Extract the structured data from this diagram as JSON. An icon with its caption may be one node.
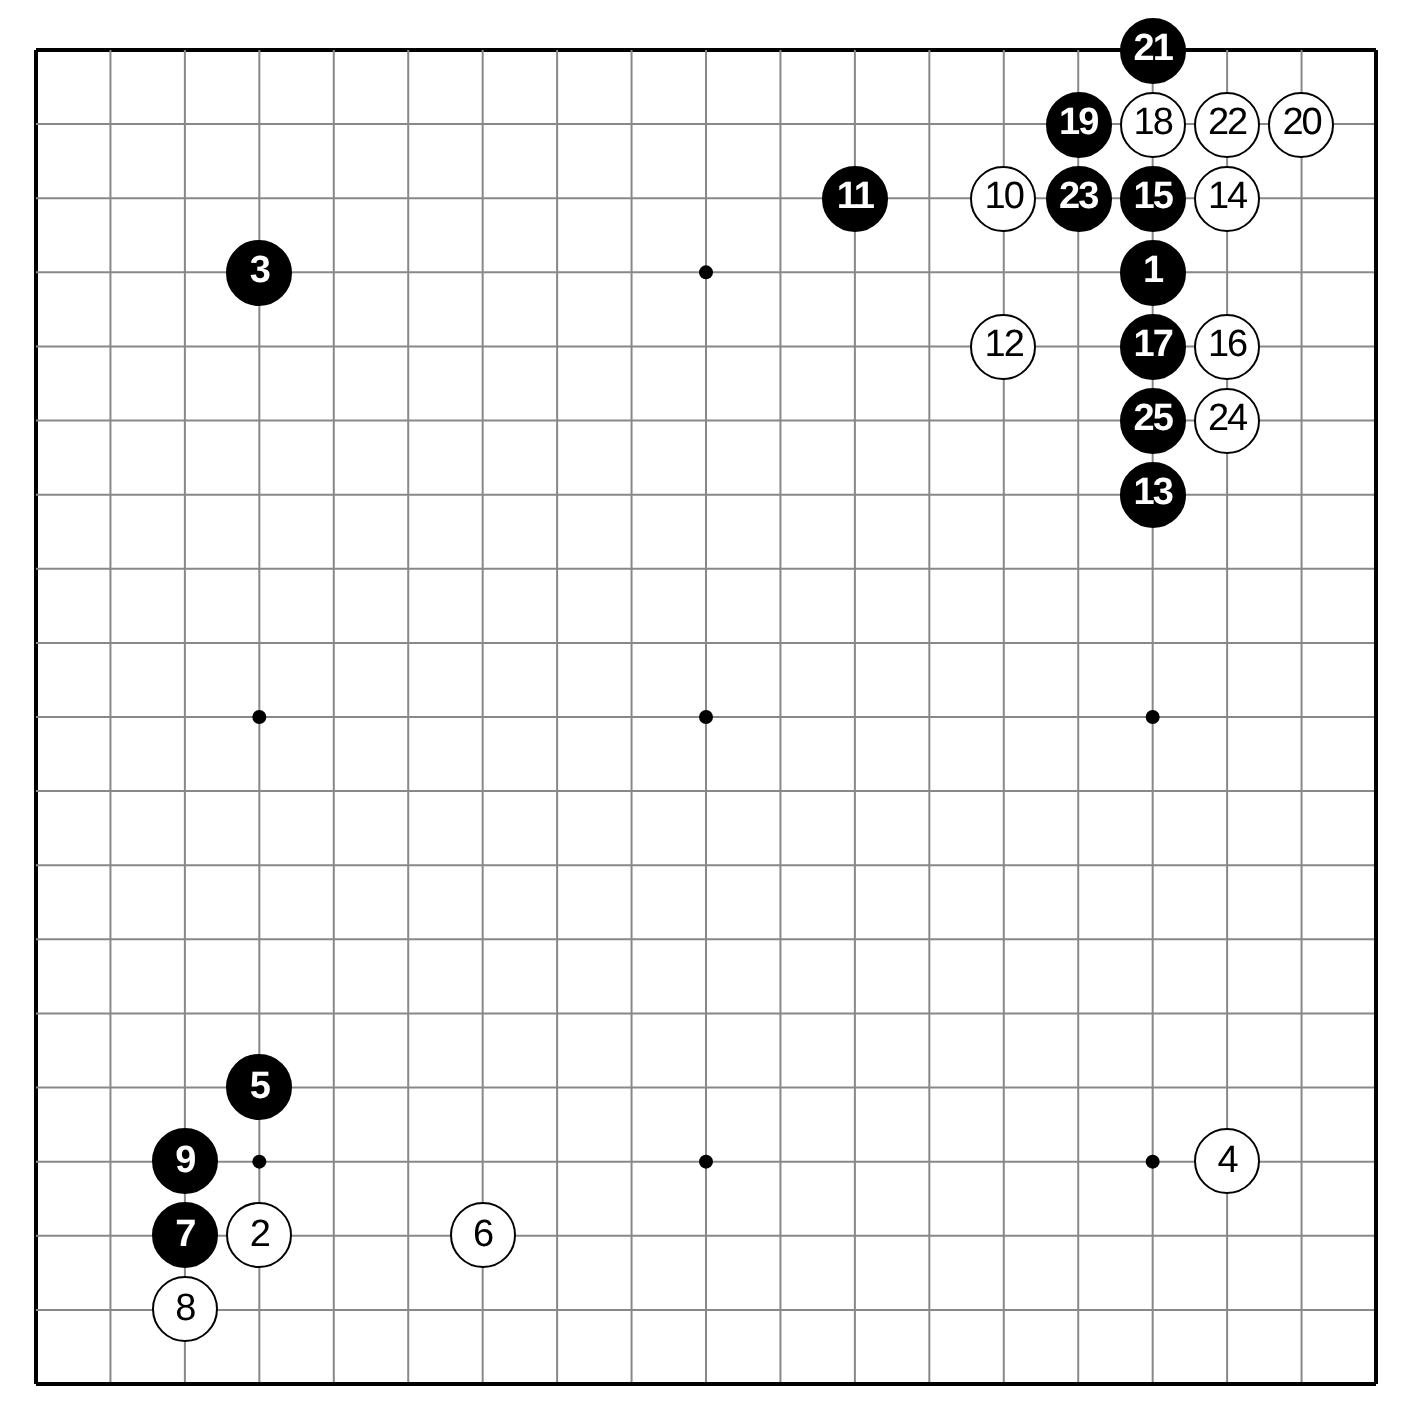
{
  "diagram": {
    "nodes": [
      {
        "text": [
          "21"
        ]
      },
      {
        "text": [
          "19"
        ]
      },
      {
        "text": [
          "18"
        ]
      },
      {
        "text": [
          "22"
        ]
      },
      {
        "text": [
          "20"
        ]
      },
      {
        "text": [
          "11"
        ]
      },
      {
        "text": [
          "10"
        ]
      },
      {
        "text": [
          "23"
        ]
      },
      {
        "text": [
          "15"
        ]
      },
      {
        "text": [
          "14"
        ]
      },
      {
        "text": [
          "3"
        ]
      },
      {
        "text": [
          "1"
        ]
      },
      {
        "text": [
          "12"
        ]
      },
      {
        "text": [
          "17"
        ]
      },
      {
        "text": [
          "16"
        ]
      },
      {
        "text": [
          "25"
        ]
      },
      {
        "text": [
          "24"
        ]
      },
      {
        "text": [
          "13"
        ]
      },
      {
        "text": [
          "5"
        ]
      },
      {
        "text": [
          "9"
        ]
      },
      {
        "text": [
          "4"
        ]
      },
      {
        "text": [
          "7"
        ]
      },
      {
        "text": [
          "2"
        ]
      },
      {
        "text": [
          "6"
        ]
      },
      {
        "text": [
          "8"
        ]
      }
    ]
  }
}
